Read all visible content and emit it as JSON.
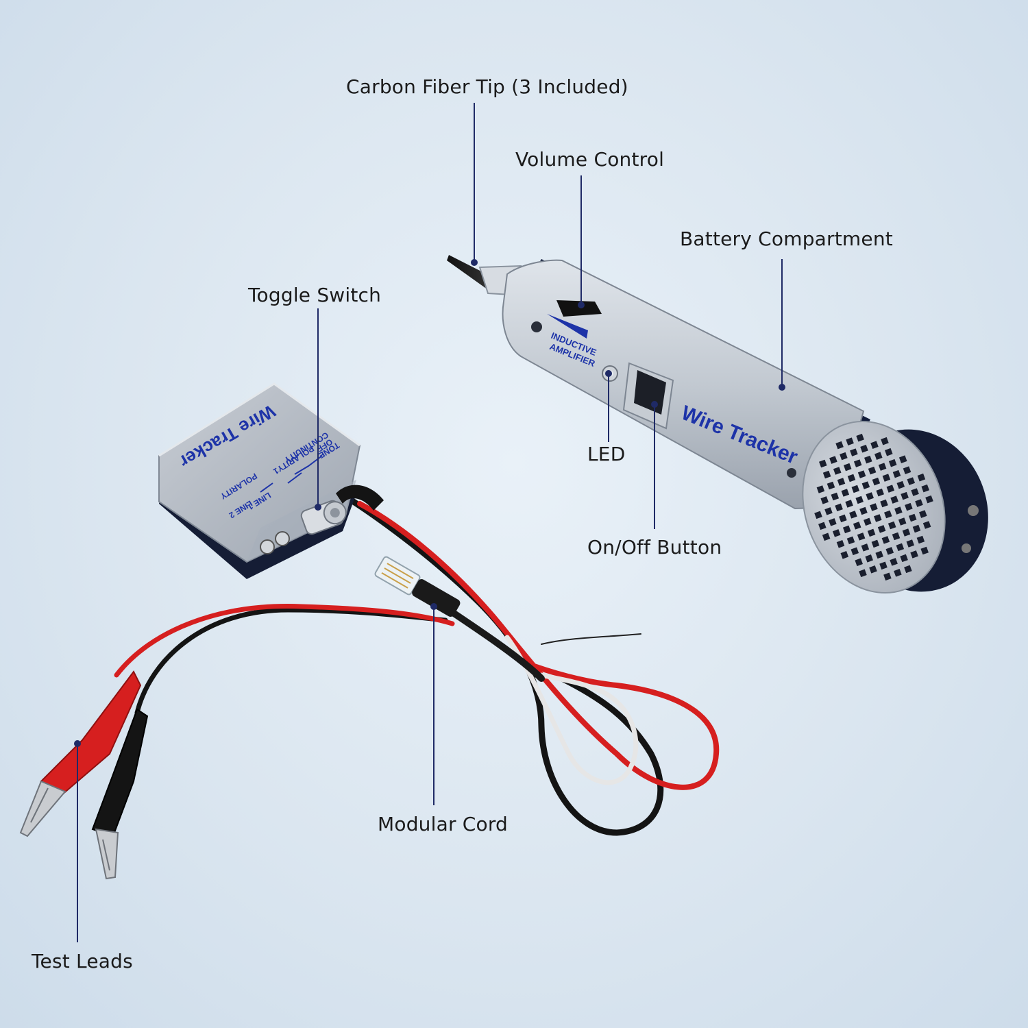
{
  "colors": {
    "background": "#dbe6f0",
    "leader_line": "#1f2a66",
    "device_gray": "#b9c0c8",
    "device_dark": "#111c3a",
    "brand_blue": "#1d33a8",
    "wire_red": "#d61f1f",
    "wire_black": "#141414",
    "wire_white": "#e6e6e6"
  },
  "callouts": {
    "carbon_tip": "Carbon Fiber Tip (3 Included)",
    "volume_control": "Volume Control",
    "battery_compartment": "Battery Compartment",
    "toggle_switch": "Toggle Switch",
    "led": "LED",
    "on_off_button": "On/Off Button",
    "modular_cord": "Modular Cord",
    "test_leads": "Test Leads"
  },
  "probe": {
    "brand": "Wire Tracker",
    "badge_line1": "INDUCTIVE",
    "badge_line2": "AMPLIFIER"
  },
  "generator": {
    "brand": "Wire Tracker",
    "switch_labels": {
      "tone": "TONE",
      "off": "OFF",
      "polarity1": "POLARITY1",
      "continuity": "CONTINUITY",
      "polarity": "POLARITY",
      "line1": "LINE 1",
      "line2": "LINE 2"
    }
  }
}
